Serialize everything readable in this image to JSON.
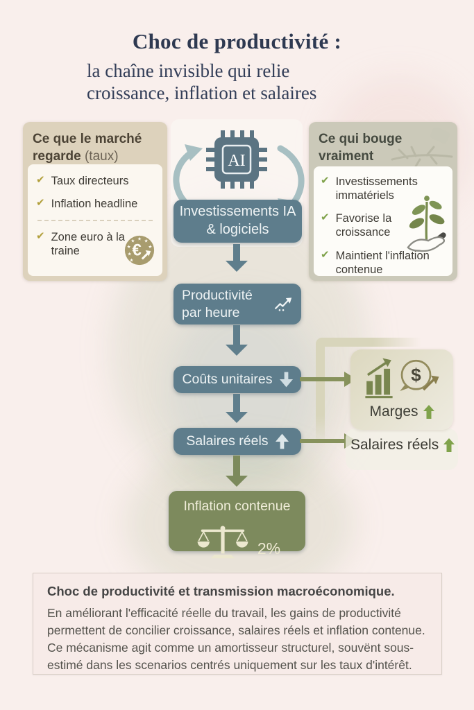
{
  "colors": {
    "background": "#f9efec",
    "title_navy": "#2e3951",
    "teal_box": "#5e7d8c",
    "olive_box": "#7d8a5d",
    "gold_check": "#b2a03d",
    "green_check": "#7fa24a",
    "left_header_bg": "#ddd2bc",
    "right_header_bg": "#cbc9b9",
    "bracket": "#d8d5bb",
    "branch_arrow": "#87925c",
    "coin_gold": "#a89c6e"
  },
  "icons": {
    "check": "✔",
    "euro": "€",
    "dollar": "$"
  },
  "title": {
    "line1": "Choc de productivité :",
    "line2": "la chaîne invisible qui relie",
    "line3": "croissance, inflation et salaires"
  },
  "left_panel": {
    "heading_bold": "Ce que le marché regarde",
    "heading_light": "(taux)",
    "items": [
      {
        "label": "Taux directeurs"
      },
      {
        "label": "Inflation headline"
      },
      {
        "label": "Zone euro à la traine"
      }
    ]
  },
  "right_panel": {
    "heading": "Ce qui bouge vraiment",
    "items": [
      {
        "label": "Investissements immatériels"
      },
      {
        "label": "Favorise la croissance"
      },
      {
        "label": "Maintient l'inflation contenue"
      }
    ]
  },
  "flow": {
    "chip_label": "AI",
    "steps": [
      {
        "label": "Investissements IA & logiciels"
      },
      {
        "label": "Productivité par heure"
      },
      {
        "label": "Coûts unitaires"
      },
      {
        "label": "Salaires réels"
      },
      {
        "label": "Inflation contenue",
        "value": "2%"
      }
    ]
  },
  "branch": {
    "marges_label": "Marges",
    "salaires_label": "Salaires réels"
  },
  "summary": {
    "title": "Choc de productivité et transmission macroéconomique.",
    "body": "En améliorant l'efficacité réelle du travail, les gains de productivité permettent de concilier croissance, salaires réels et inflation contenue. Ce mécanisme agit comme un amortisseur structurel, souvënt sous-estimé dans les scenarios centrés uniquement sur les taux d'intérêt."
  }
}
